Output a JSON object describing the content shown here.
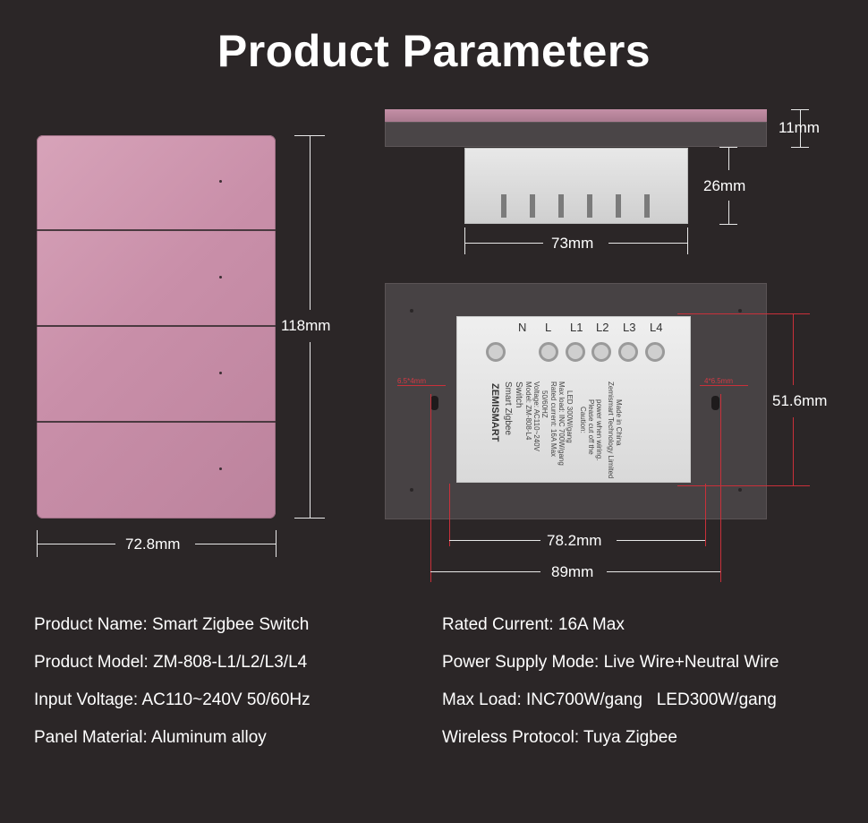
{
  "title": "Product Parameters",
  "dimensions": {
    "panel_width": "72.8mm",
    "panel_height": "118mm",
    "side_thickness": "11mm",
    "side_depth": "26mm",
    "side_width": "73mm",
    "back_height": "51.6mm",
    "back_width_inner": "78.2mm",
    "back_width_outer": "89mm",
    "hole_left": "6.5*4mm",
    "hole_right": "4*6.5mm"
  },
  "module": {
    "terminals": [
      "N",
      "L",
      "L1",
      "L2",
      "L3",
      "L4"
    ],
    "brand": "ZEMISMART",
    "lines": [
      "Smart Zigbee",
      "Switch",
      "Model: ZM-808-L4",
      "Voltage: AC110~240V",
      "50/60HZ",
      "Rated current: 16A Max",
      "Max load: INC 700W/gang",
      "LED 300W/gang",
      "Caution:",
      "Please cut off the",
      "power when wiring.",
      "Zemismart Technology Limited",
      "Made in China"
    ]
  },
  "specs": {
    "left": [
      "Product Name: Smart Zigbee Switch",
      "Product Model: ZM-808-L1/L2/L3/L4",
      "Input Voltage: AC110~240V 50/60Hz",
      "Panel Material: Aluminum alloy"
    ],
    "right": [
      "Rated Current: 16A Max",
      "Power Supply Mode: Live Wire+Neutral Wire",
      "Max Load: INC700W/gang   LED300W/gang",
      "Wireless Protocol: Tuya Zigbee"
    ]
  }
}
